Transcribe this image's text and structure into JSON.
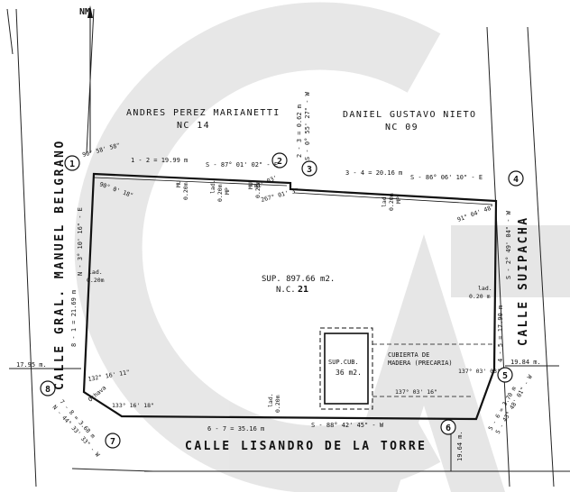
{
  "north": "NM",
  "streets": {
    "belgrano": "CALLE GRAL. MANUEL BELGRANO",
    "suipacha": "CALLE SUIPACHA",
    "torre": "CALLE LISANDRO DE LA TORRE"
  },
  "neighbors": {
    "andres_name": "ANDRES PEREZ MARIANETTI",
    "andres_nc": "NC 14",
    "daniel_name": "DANIEL GUSTAVO NIETO",
    "daniel_nc": "NC 09"
  },
  "lot": {
    "sup": "SUP. 897.66 m2.",
    "nc_label": "N.C.",
    "nc_num": "21"
  },
  "building": {
    "sup_label": "SUP.CUB.",
    "sup_value": "36 m2.",
    "cover_line1": "CUBIERTA DE",
    "cover_line2": "MADERA (PRECARIA)"
  },
  "vertices": [
    "1",
    "2",
    "3",
    "4",
    "5",
    "6",
    "7",
    "8"
  ],
  "measures": {
    "side_1_2": "1 - 2 = 19.99 m",
    "bearing_1_2": "S - 87° 01' 02\" - E",
    "side_2_3a": "2 - 3 = 0.62 m",
    "side_2_3b": "S - 0° 55' 27\" - W",
    "side_3_4": "3 - 4 = 20.16 m",
    "bearing_3_4": "S - 86° 06' 10\" - E",
    "side_4_5": "4 - 5 = 17.90 m",
    "bearing_4_5": "S - 2° 49' 04\" - W",
    "side_5_6a": "5 - 6 = 3.70 m",
    "side_5_6b": "S - 43° 48' 01\" - W",
    "side_6_7": "6 - 7 = 35.16 m",
    "bearing_6_7": "S - 88° 42' 45\" - W",
    "side_7_8a": "7 - 8 = 3.68 m",
    "side_7_8b": "N - 44° 33' 33\" - W",
    "side_8_1": "8 - 1 = 21.69 m",
    "bearing_8_1": "N - 3° 10' 16\" - E",
    "angle_1a": "90° 58' 58\"",
    "angle_1b": "90° 0' 18\"",
    "angle_2": "92° 03'",
    "angle_3": "267° 01' 3\"",
    "angle_4": "91° 04' 48\"",
    "angle_5": "137° 03' 03\"",
    "angle_6": "137° 03' 16\"",
    "angle_7": "133° 16' 18\"",
    "angle_8": "132° 16' 11\"",
    "dist_17_95": "17.95 m.",
    "dist_19_84": "19.84 m.",
    "dist_19_64": "19.64 m.",
    "ochava": "Ochava",
    "lad": "lad.",
    "mp": "MP",
    "mu": "MU",
    "m020": "0.20m",
    "m020b": "0.20 m"
  }
}
